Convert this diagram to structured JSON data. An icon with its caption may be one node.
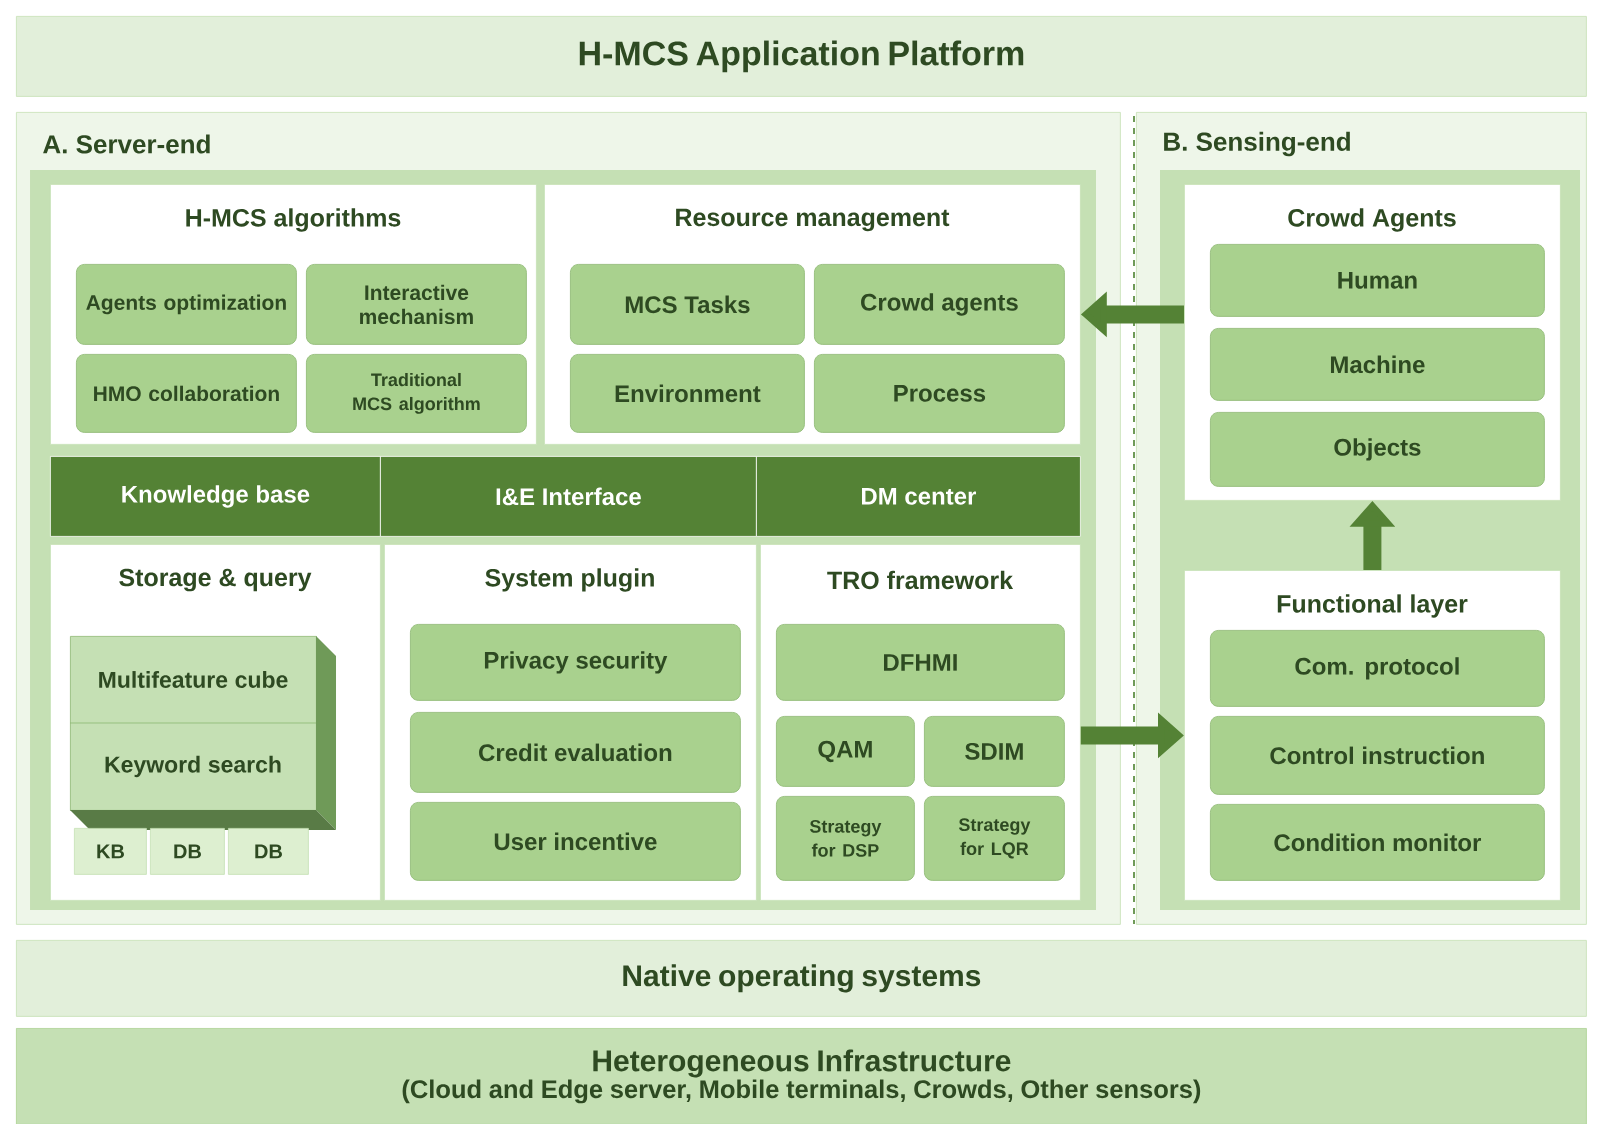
{
  "diagram": {
    "nodes": [
      {
        "text": [
          "H-MCS Application Platform"
        ]
      },
      {
        "text": [
          "A. Server-end"
        ]
      },
      {
        "text": [
          "H-MCS algorithms"
        ],
        "in": 1
      },
      {
        "text": [
          "Agents optimization"
        ],
        "in": 2
      },
      {
        "text": [
          "Interactive mechanism"
        ],
        "in": 2
      },
      {
        "text": [
          "HMO collaboration"
        ],
        "in": 2
      },
      {
        "text": [
          "Traditional MCS algorithm"
        ],
        "in": 2
      },
      {
        "text": [
          "Resource management"
        ],
        "in": 1
      },
      {
        "text": [
          "MCS Tasks"
        ],
        "in": 7
      },
      {
        "text": [
          "Crowd agents"
        ],
        "in": 7
      },
      {
        "text": [
          "Environment"
        ],
        "in": 7
      },
      {
        "text": [
          "Process"
        ],
        "in": 7
      },
      {
        "text": [
          "Knowledge base"
        ],
        "in": 1
      },
      {
        "text": [
          "I&E Interface"
        ],
        "in": 1
      },
      {
        "text": [
          "DM center"
        ],
        "in": 1
      },
      {
        "text": [
          "Storage & query"
        ],
        "in": 1
      },
      {
        "text": [
          "Multifeature cube",
          "Keyword search"
        ],
        "in": 15
      },
      {
        "text": [
          "KB"
        ],
        "in": 15
      },
      {
        "text": [
          "DB"
        ],
        "in": 15
      },
      {
        "text": [
          "DB"
        ],
        "in": 15
      },
      {
        "text": [
          "System plugin"
        ],
        "in": 1
      },
      {
        "text": [
          "Privacy security"
        ],
        "in": 20
      },
      {
        "text": [
          "Credit evaluation"
        ],
        "in": 20
      },
      {
        "text": [
          "User incentive"
        ],
        "in": 20
      },
      {
        "text": [
          "TRO framework"
        ],
        "in": 1
      },
      {
        "text": [
          "DFHMI"
        ],
        "in": 24
      },
      {
        "text": [
          "QAM"
        ],
        "in": 24
      },
      {
        "text": [
          "SDIM"
        ],
        "in": 24
      },
      {
        "text": [
          "Strategy for DSP"
        ],
        "in": 24
      },
      {
        "text": [
          "Strategy for LQR"
        ],
        "in": 24
      },
      {
        "text": [
          "B. Sensing-end"
        ]
      },
      {
        "text": [
          "Crowd Agents"
        ],
        "in": 30
      },
      {
        "text": [
          "Human"
        ],
        "in": 31
      },
      {
        "text": [
          "Machine"
        ],
        "in": 31
      },
      {
        "text": [
          "Objects"
        ],
        "in": 31
      },
      {
        "text": [
          "Functional layer"
        ],
        "in": 30
      },
      {
        "text": [
          "Com.  protocol"
        ],
        "in": 35
      },
      {
        "text": [
          "Control instruction"
        ],
        "in": 35
      },
      {
        "text": [
          "Condition monitor"
        ],
        "in": 35
      },
      {
        "text": [
          "Native operating systems"
        ]
      },
      {
        "text": [
          "Heterogeneous Infrastructure",
          "(Cloud and Edge server, Mobile terminals, Crowds, Other sensors)"
        ]
      }
    ],
    "edges": [
      {
        "from": 31,
        "to": 7,
        "arrow": "to"
      },
      {
        "from": 24,
        "to": 35,
        "arrow": "to"
      },
      {
        "from": 35,
        "to": 31,
        "arrow": "to"
      }
    ]
  }
}
